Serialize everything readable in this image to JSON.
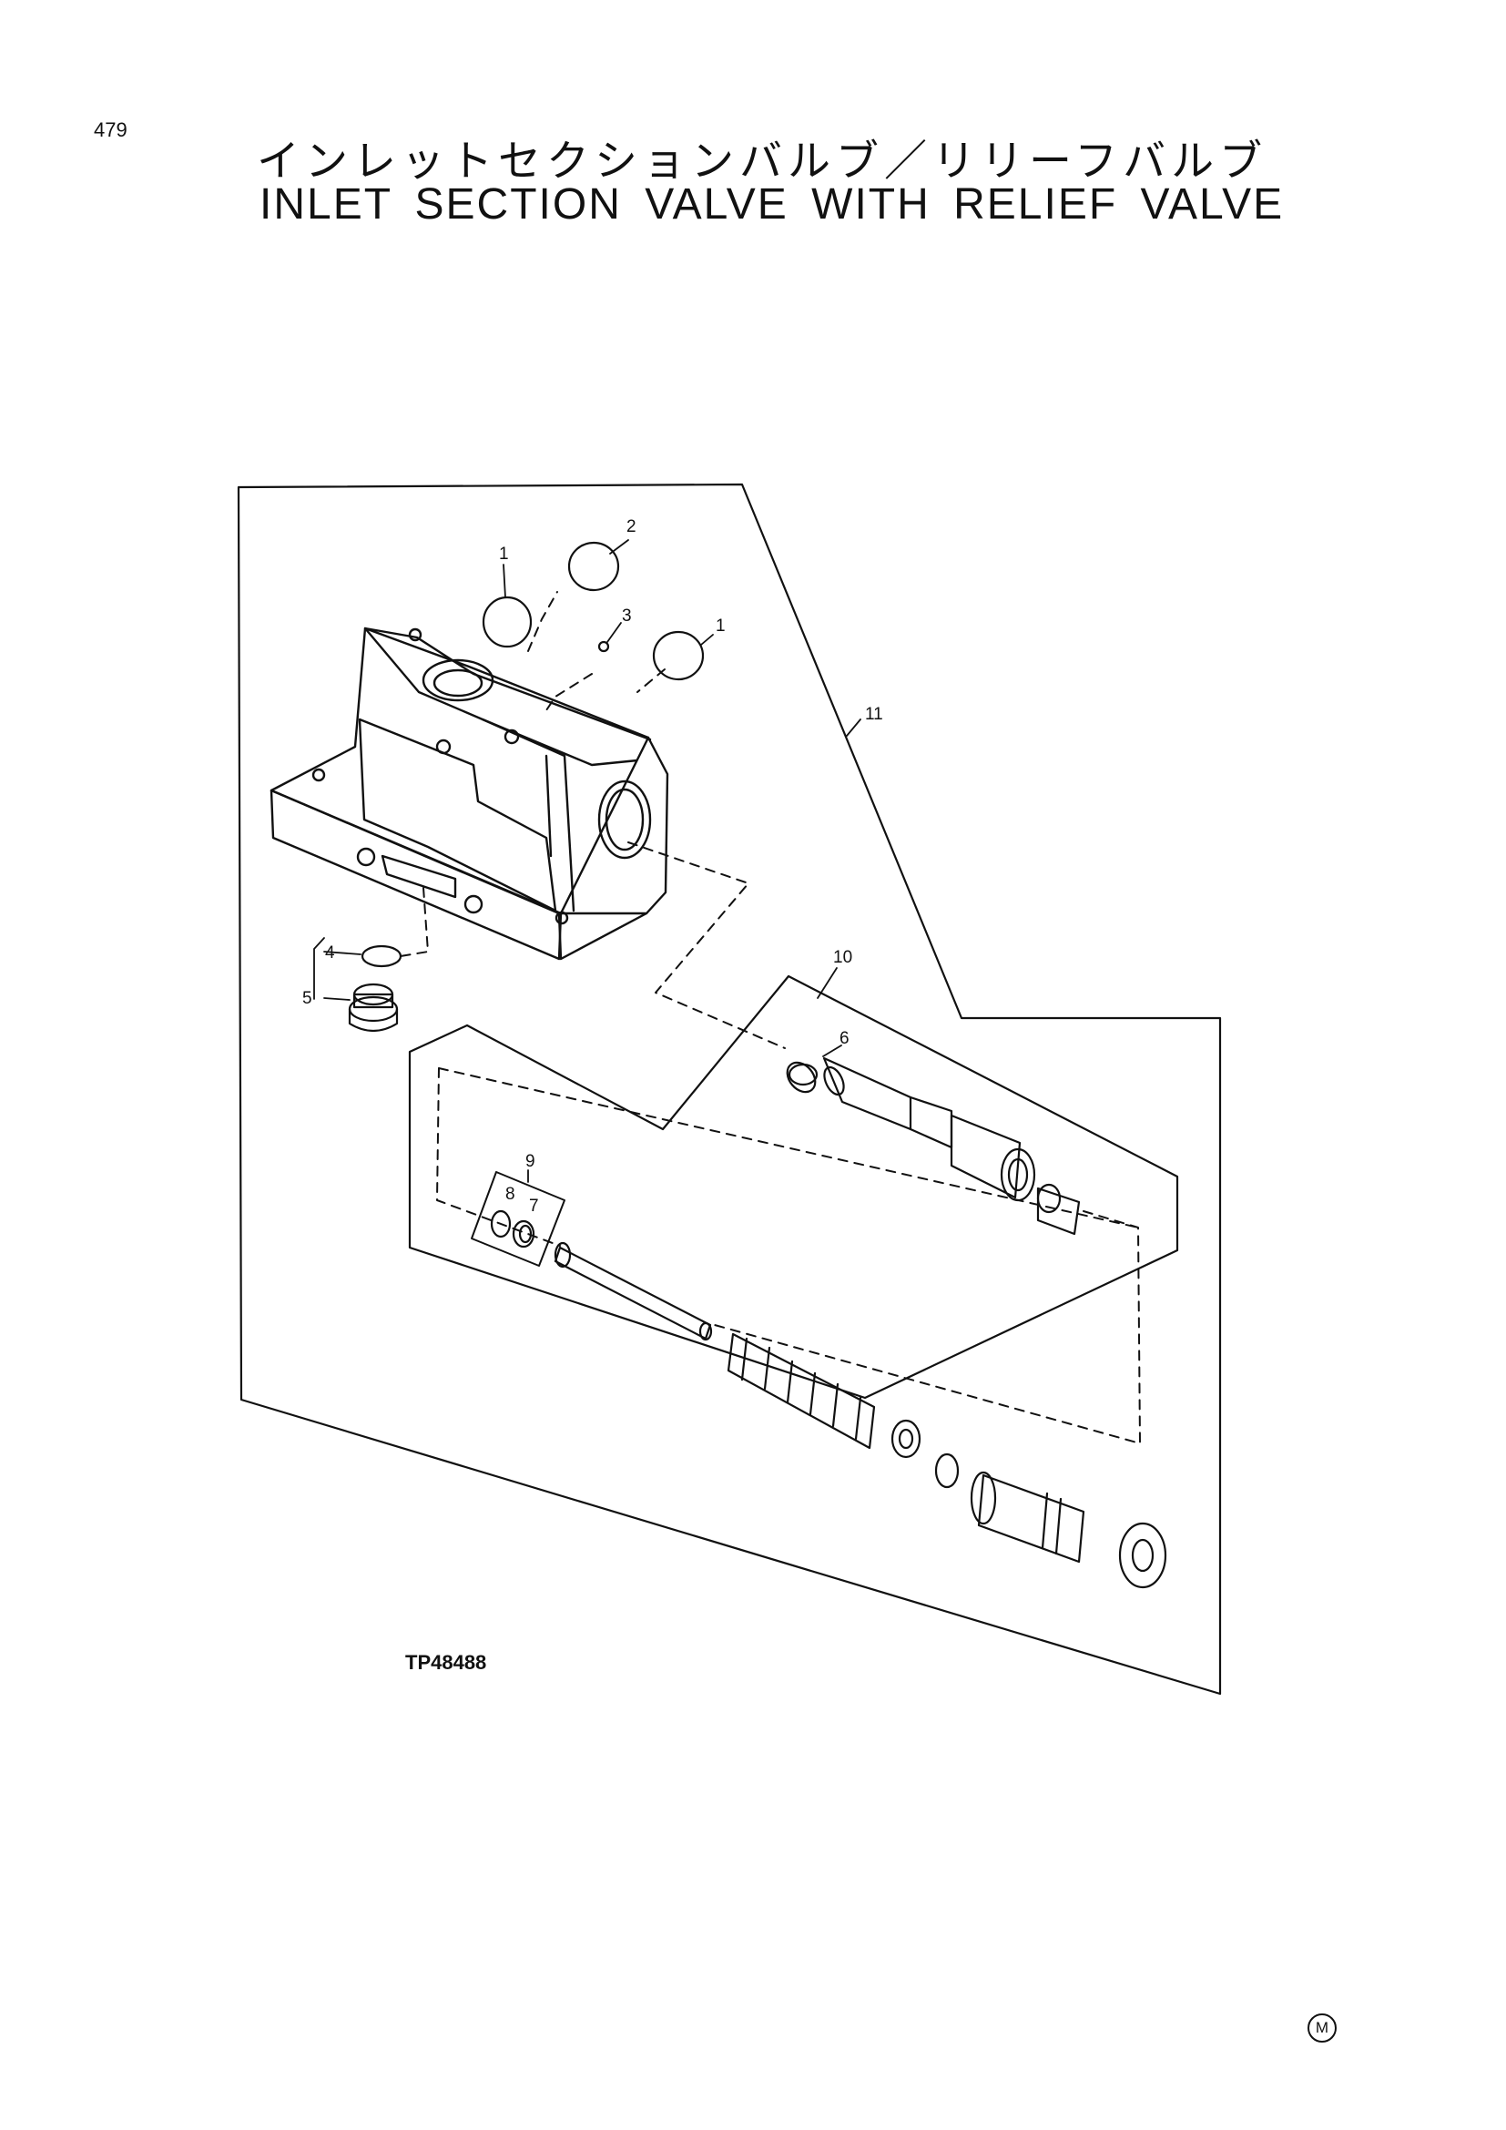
{
  "page_number": "479",
  "title_japanese": "インレットセクションバルブ／リリーフバルブ",
  "title_english": "INLET SECTION VALVE WITH RELIEF VALVE",
  "figure_code": "TP48488",
  "corner_mark": "M",
  "callouts": {
    "c1a": "1",
    "c1b": "1",
    "c2": "2",
    "c3": "3",
    "c4": "4",
    "c5": "5",
    "c6": "6",
    "c7": "7",
    "c8": "8",
    "c9": "9",
    "c10": "10",
    "c11": "11"
  }
}
